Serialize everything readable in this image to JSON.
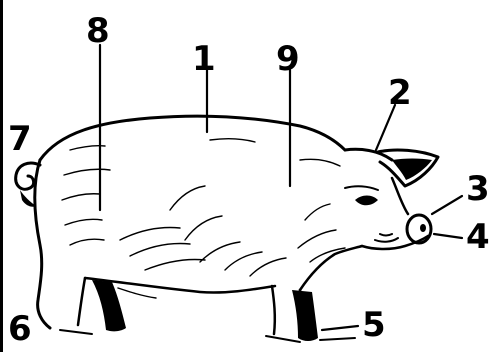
{
  "diagram": {
    "subject": "pig",
    "labels": [
      {
        "id": "label-1",
        "text": "1"
      },
      {
        "id": "label-2",
        "text": "2"
      },
      {
        "id": "label-3",
        "text": "3"
      },
      {
        "id": "label-4",
        "text": "4"
      },
      {
        "id": "label-5",
        "text": "5"
      },
      {
        "id": "label-6",
        "text": "6"
      },
      {
        "id": "label-7",
        "text": "7"
      },
      {
        "id": "label-8",
        "text": "8"
      },
      {
        "id": "label-9",
        "text": "9"
      }
    ]
  },
  "colors": {
    "ink": "#000000",
    "background": "#ffffff"
  }
}
